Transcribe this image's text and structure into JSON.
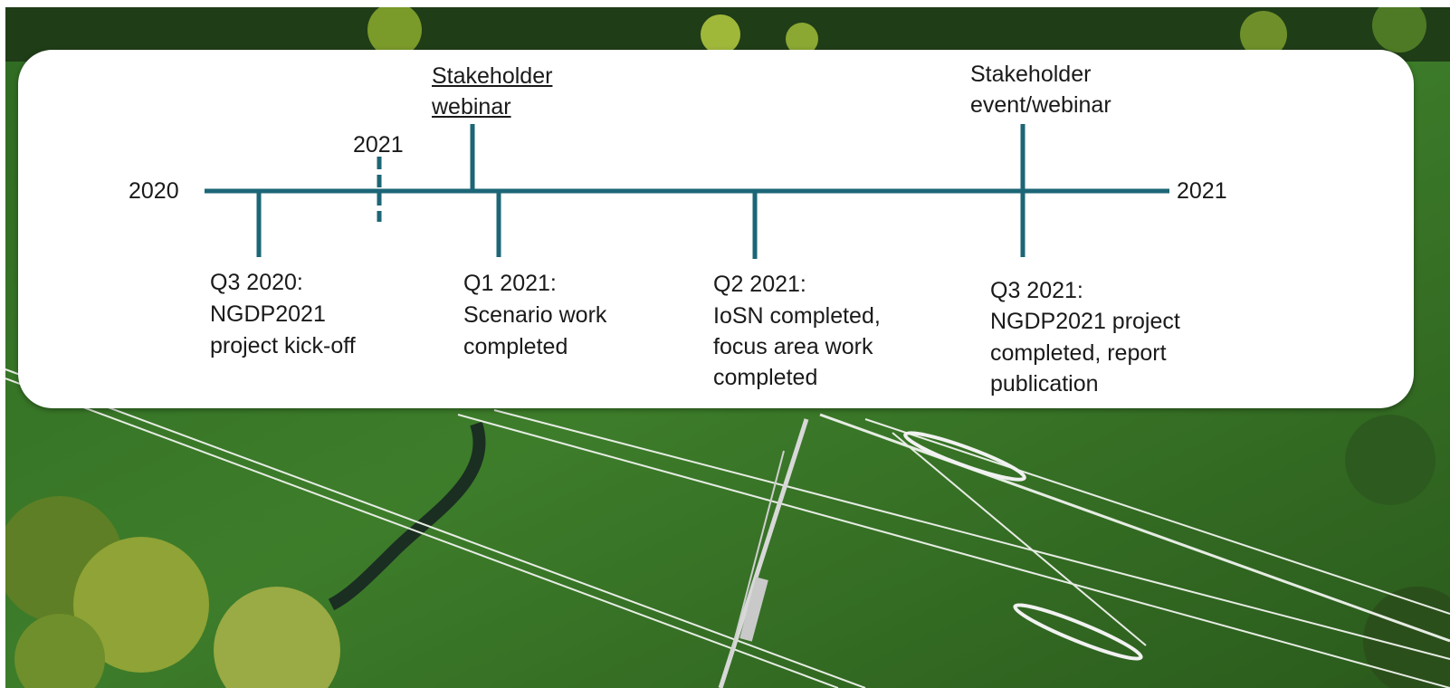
{
  "colors": {
    "timeline": "#1c6676",
    "card_bg": "#ffffff",
    "text": "#1a1a1a"
  },
  "background": {
    "description_icon": "aerial-forest-powerline-photo"
  },
  "timeline": {
    "start_label": "2020",
    "end_label": "2021",
    "year_marker_label": "2021",
    "milestones_above": [
      {
        "title_lines": [
          "Stakeholder",
          "webinar"
        ],
        "underlined": true
      },
      {
        "title_lines": [
          "Stakeholder",
          "event/webinar"
        ],
        "underlined": false
      }
    ],
    "milestones_below": [
      {
        "lines": [
          "Q3 2020:",
          "NGDP2021",
          "project kick-off"
        ]
      },
      {
        "lines": [
          "Q1 2021:",
          "Scenario work",
          "completed"
        ]
      },
      {
        "lines": [
          "Q2 2021:",
          "IoSN completed,",
          "focus area work",
          "completed"
        ]
      },
      {
        "lines": [
          "Q3 2021:",
          "NGDP2021 project",
          "completed, report",
          "publication"
        ]
      }
    ]
  }
}
